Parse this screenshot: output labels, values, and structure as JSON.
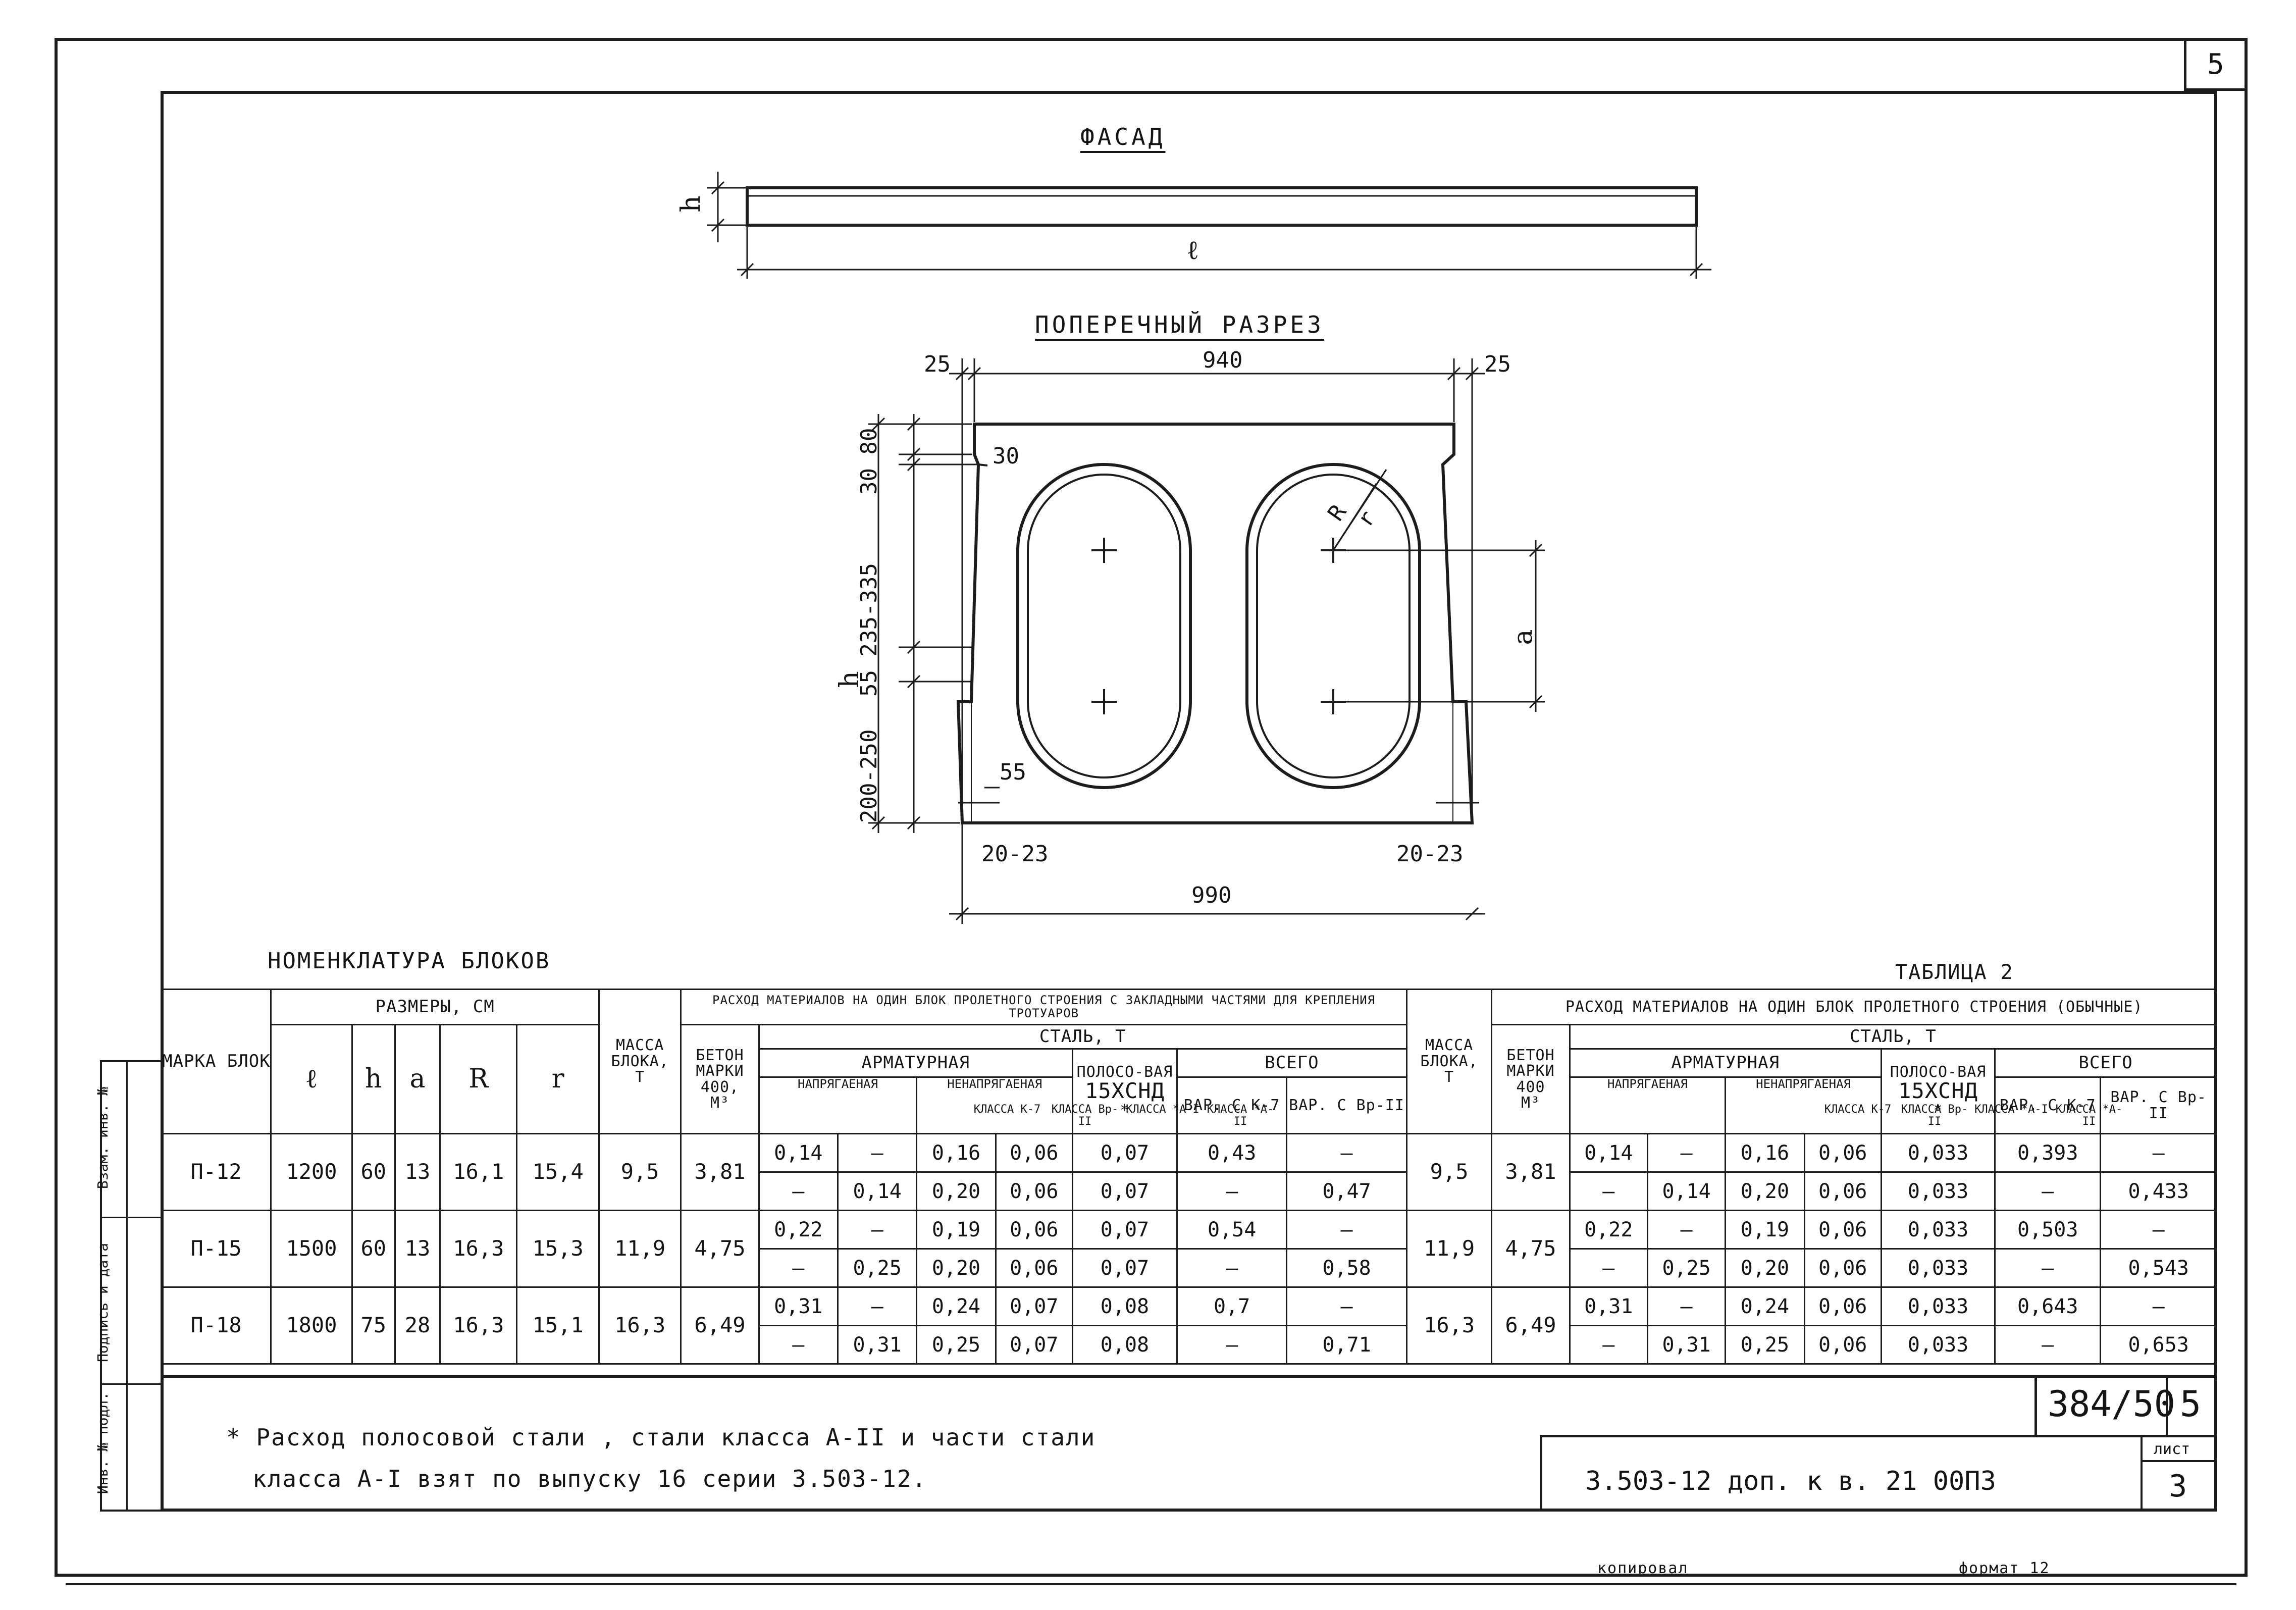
{
  "sheet": {
    "corner_number": "5",
    "drawing_number": "384/50",
    "drawing_sheet": "5",
    "doc_code": "3.503-12 доп. к в. 21   00ПЗ",
    "sheet_label": "лист",
    "sheet_value": "3",
    "footer_left": "копировал",
    "footer_right": "формат 12",
    "side_stamp": [
      "Инв. № подл.",
      "Подпись и дата",
      "Взам. инв. №"
    ]
  },
  "facade": {
    "title": "ФАСАД",
    "h_label": "h",
    "l_label": "ℓ"
  },
  "section": {
    "title": "ПОПЕРЕЧНЫЙ   РАЗРЕЗ",
    "dim_940": "940",
    "dim_990": "990",
    "dim_25_left": "25",
    "dim_25_right": "25",
    "dim_30_80": "30 80",
    "dim_30": "30",
    "dim_55_235_335": "55 235-335",
    "dim_200_250": "200-250",
    "dim_55": "55",
    "dim_h": "h",
    "dim_20_23_left": "20-23",
    "dim_20_23_right": "20-23",
    "dim_a": "a",
    "label_R": "R",
    "label_r": "r"
  },
  "table": {
    "caption_left": "НОМЕНКЛАТУРА     БЛОКОВ",
    "caption_right": "ТАБЛИЦА 2",
    "col_mark": "МАРКА БЛОКА",
    "col_sizes": "РАЗМЕРЫ, СМ",
    "dims": [
      "ℓ",
      "h",
      "a",
      "R",
      "r"
    ],
    "group_a": "РАСХОД  МАТЕРИАЛОВ  НА  ОДИН  БЛОК  ПРОЛЕТНОГО  СТРОЕНИЯ  С ЗАКЛАДНЫМИ  ЧАСТЯМИ  ДЛЯ  КРЕПЛЕНИЯ  ТРОТУАРОВ",
    "group_b": "РАСХОД  МАТЕРИАЛОВ  НА  ОДИН  БЛОК  ПРОЛЕТНОГО  СТРОЕНИЯ (ОБЫЧНЫЕ)",
    "mass": "МАССА БЛОКА,",
    "mass_unit": "Т",
    "concrete_a": "БЕТОН МАРКИ 400,",
    "concrete_b": "БЕТОН МАРКИ 400",
    "concrete_unit": "М³",
    "steel": "СТАЛЬ, Т",
    "rebar": "АРМАТУРНАЯ",
    "prestressed": "НАПРЯГАЕНАЯ",
    "non_prestressed": "НЕНАПРЯГАЕНАЯ",
    "strip": "ПОЛОСО-ВАЯ",
    "strip_grade": "15ХСНД",
    "strip_star": "*",
    "total": "ВСЕГО",
    "class_k7": "КЛАССА К-7",
    "class_bp2": "КЛАССА Вр-II",
    "class_a1": "КЛАССА *А-I",
    "class_a2": "КЛАССА *А-II",
    "var_c_k7": "ВАР. С К-7",
    "var_c_bp2": "ВАР. С Вр-II",
    "rows": [
      {
        "mark": "П-12",
        "l": "1200",
        "h": "60",
        "a": "13",
        "R": "16,1",
        "r": "15,4",
        "mass_a": "9,5",
        "conc_a": "3,81",
        "sa": [
          [
            "0,14",
            "—",
            "0,16",
            "0,06",
            "0,07",
            "0,43",
            "—"
          ],
          [
            "—",
            "0,14",
            "0,20",
            "0,06",
            "0,07",
            "—",
            "0,47"
          ]
        ],
        "mass_b": "9,5",
        "conc_b": "3,81",
        "sb": [
          [
            "0,14",
            "—",
            "0,16",
            "0,06",
            "0,033",
            "0,393",
            "—"
          ],
          [
            "—",
            "0,14",
            "0,20",
            "0,06",
            "0,033",
            "—",
            "0,433"
          ]
        ]
      },
      {
        "mark": "П-15",
        "l": "1500",
        "h": "60",
        "a": "13",
        "R": "16,3",
        "r": "15,3",
        "mass_a": "11,9",
        "conc_a": "4,75",
        "sa": [
          [
            "0,22",
            "—",
            "0,19",
            "0,06",
            "0,07",
            "0,54",
            "—"
          ],
          [
            "—",
            "0,25",
            "0,20",
            "0,06",
            "0,07",
            "—",
            "0,58"
          ]
        ],
        "mass_b": "11,9",
        "conc_b": "4,75",
        "sb": [
          [
            "0,22",
            "—",
            "0,19",
            "0,06",
            "0,033",
            "0,503",
            "—"
          ],
          [
            "—",
            "0,25",
            "0,20",
            "0,06",
            "0,033",
            "—",
            "0,543"
          ]
        ]
      },
      {
        "mark": "П-18",
        "l": "1800",
        "h": "75",
        "a": "28",
        "R": "16,3",
        "r": "15,1",
        "mass_a": "16,3",
        "conc_a": "6,49",
        "sa": [
          [
            "0,31",
            "—",
            "0,24",
            "0,07",
            "0,08",
            "0,7",
            "—"
          ],
          [
            "—",
            "0,31",
            "0,25",
            "0,07",
            "0,08",
            "—",
            "0,71"
          ]
        ],
        "mass_b": "16,3",
        "conc_b": "6,49",
        "sb": [
          [
            "0,31",
            "—",
            "0,24",
            "0,06",
            "0,033",
            "0,643",
            "—"
          ],
          [
            "—",
            "0,31",
            "0,25",
            "0,06",
            "0,033",
            "—",
            "0,653"
          ]
        ]
      }
    ]
  },
  "note": {
    "line1": "* Расход  полосовой  стали , стали  класса  А-II  и  части стали",
    "line2": "класса  А-I  взят  по  выпуску  16  серии  3.503-12."
  }
}
